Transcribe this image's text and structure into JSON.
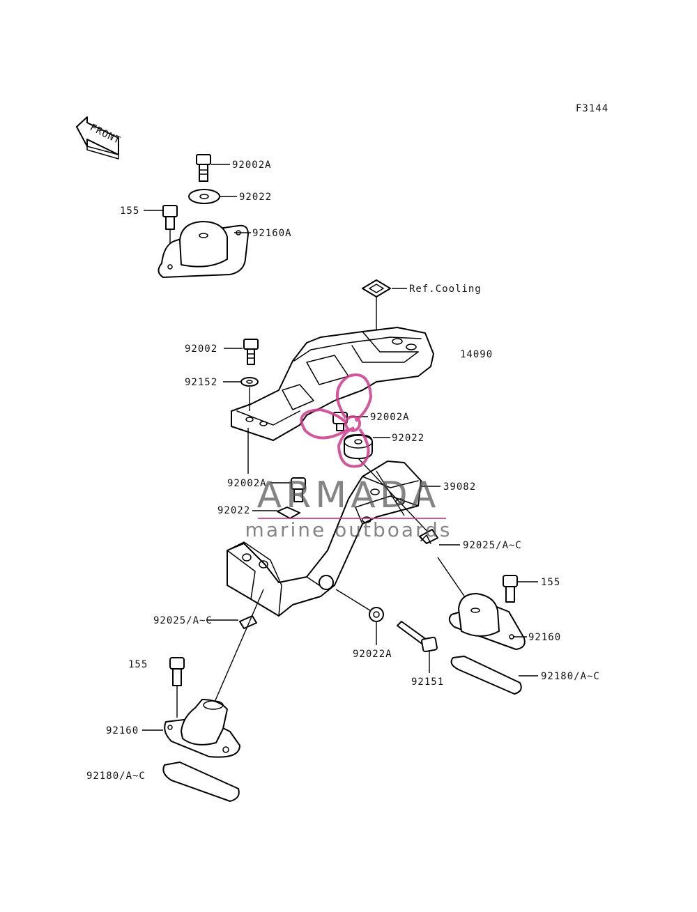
{
  "figure_code": "F3144",
  "front_arrow_text": "FRONT",
  "watermark": {
    "brand": "ARMADA",
    "tagline": "marine outboards",
    "color": "#cc3b8a",
    "text_color": "#555555"
  },
  "labels": {
    "p92002A_top": "92002A",
    "p92022_top": "92022",
    "p155_top": "155",
    "p92160A": "92160A",
    "ref_cooling": "Ref.Cooling",
    "p14090": "14090",
    "p92002": "92002",
    "p92152": "92152",
    "p92002A_mid": "92002A",
    "p92022_mid": "92022",
    "p92002A_left": "92002A",
    "p39082": "39082",
    "p92022_left": "92022",
    "p92025_right": "92025/A~C",
    "p155_right": "155",
    "p92025_left": "92025/A~C",
    "p92160_right": "92160",
    "p92022A": "92022A",
    "p92151": "92151",
    "p92180_right": "92180/A~C",
    "p155_left": "155",
    "p92160_left": "92160",
    "p92180_left": "92180/A~C"
  }
}
